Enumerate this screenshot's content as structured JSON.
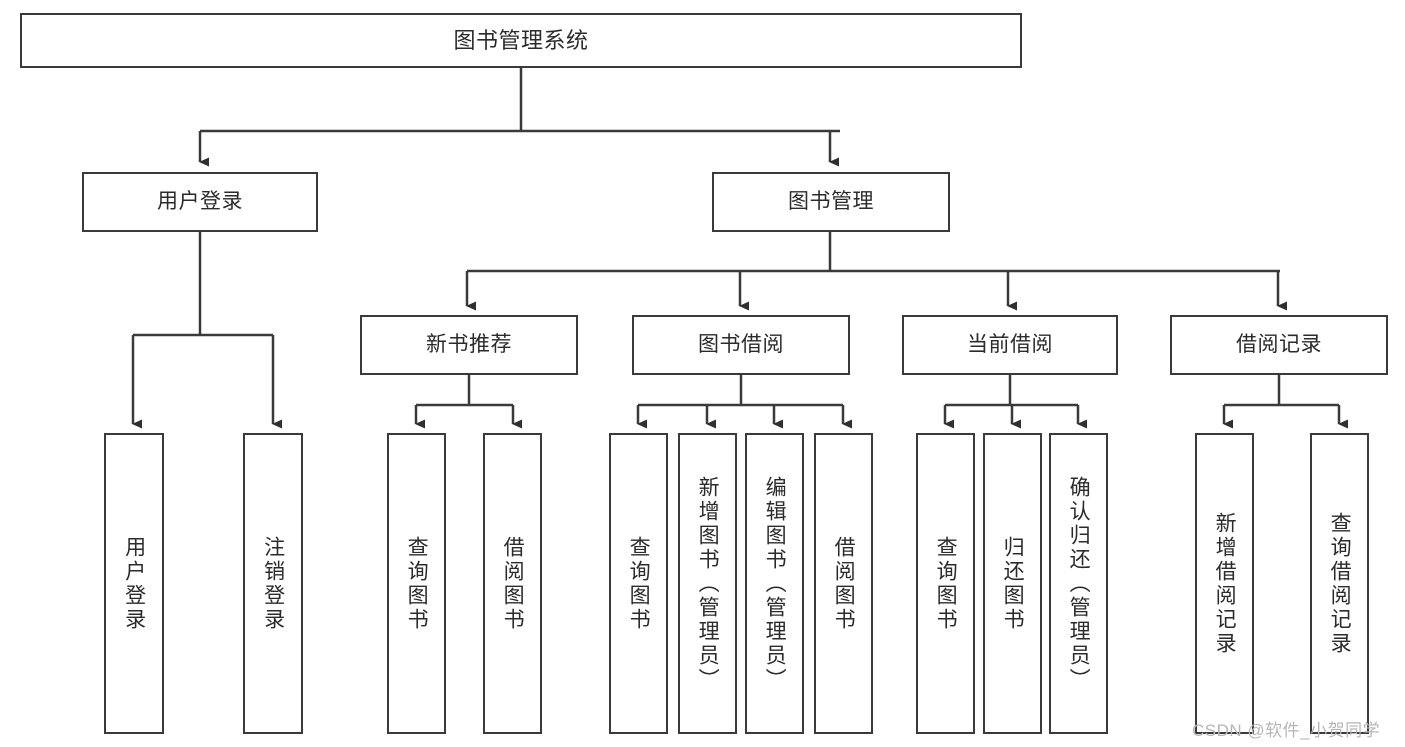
{
  "diagram": {
    "title": "图书管理系统",
    "type": "功能结构图",
    "root": {
      "label": "图书管理系统"
    },
    "level1": [
      {
        "label": "用户登录"
      },
      {
        "label": "图书管理"
      }
    ],
    "level2": [
      {
        "label": "新书推荐",
        "parent": "图书管理"
      },
      {
        "label": "图书借阅",
        "parent": "图书管理"
      },
      {
        "label": "当前借阅",
        "parent": "图书管理"
      },
      {
        "label": "借阅记录",
        "parent": "图书管理"
      }
    ],
    "leaves": {
      "user_login": [
        {
          "label": "用户登录"
        },
        {
          "label": "注销登录"
        }
      ],
      "new_book_recommend": [
        {
          "label": "查询图书"
        },
        {
          "label": "借阅图书"
        }
      ],
      "book_borrow": [
        {
          "label": "查询图书"
        },
        {
          "label": "新增图书（管理员）"
        },
        {
          "label": "编辑图书（管理员）"
        },
        {
          "label": "借阅图书"
        }
      ],
      "current_borrow": [
        {
          "label": "查询图书"
        },
        {
          "label": "归还图书"
        },
        {
          "label": "确认归还（管理员）"
        }
      ],
      "borrow_record": [
        {
          "label": "新增借阅记录"
        },
        {
          "label": "查询借阅记录"
        }
      ]
    }
  },
  "watermark": {
    "text": "CSDN @软件_小贺同学"
  },
  "colors": {
    "stroke": "#3a3a3a",
    "text": "#2b2b2b",
    "background": "#ffffff",
    "watermark": "#b6b6b6"
  }
}
